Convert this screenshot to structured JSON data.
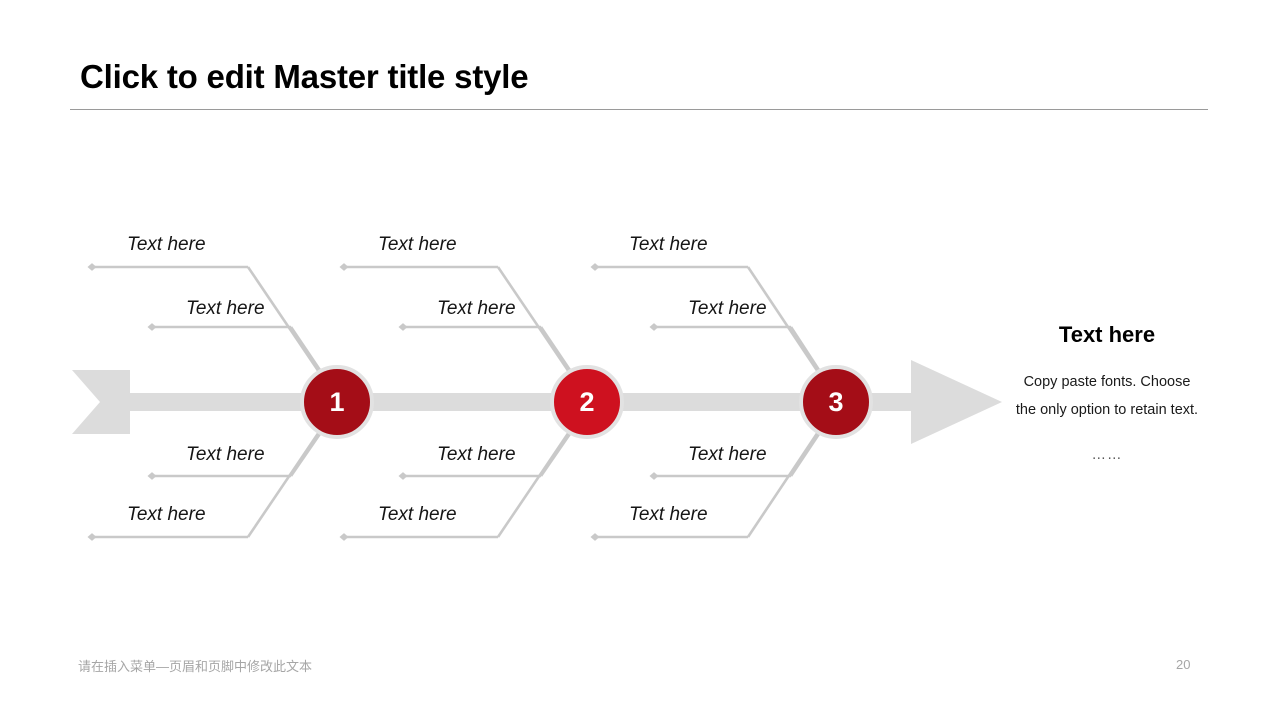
{
  "slide": {
    "title": "Click to edit Master title style",
    "footer": "请在插入菜单—页眉和页脚中修改此文本",
    "page_number": "20"
  },
  "colors": {
    "node_dark_red": "#A40D17",
    "node_bright_red": "#CE111F",
    "node_ring": "#E2E2E2",
    "spine_gray": "#DCDCDC",
    "branch_gray": "#C9C9C9",
    "rule_gray": "#9A9A9A",
    "footer_gray": "#A6A6A6"
  },
  "diagram": {
    "type": "fishbone",
    "groups": [
      {
        "number": "1",
        "color": "#A40D17",
        "branches": {
          "top_outer": "Text here",
          "top_inner": "Text here",
          "bottom_inner": "Text here",
          "bottom_outer": "Text here"
        }
      },
      {
        "number": "2",
        "color": "#CE111F",
        "branches": {
          "top_outer": "Text here",
          "top_inner": "Text here",
          "bottom_inner": "Text here",
          "bottom_outer": "Text here"
        }
      },
      {
        "number": "3",
        "color": "#A40D17",
        "branches": {
          "top_outer": "Text here",
          "top_inner": "Text here",
          "bottom_inner": "Text here",
          "bottom_outer": "Text here"
        }
      }
    ]
  },
  "outcome": {
    "heading": "Text here",
    "body": "Copy paste fonts. Choose the only option to retain text.",
    "ellipsis": "……"
  }
}
